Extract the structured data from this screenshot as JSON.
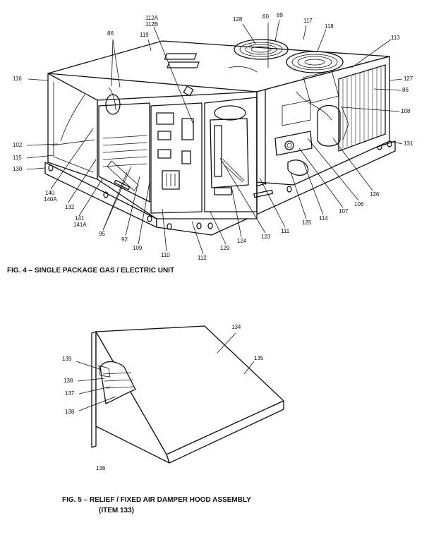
{
  "fig4": {
    "caption": "FIG. 4 – SINGLE PACKAGE GAS / ELECTRIC UNIT",
    "labels": {
      "l86a": "86",
      "l112a": "112A",
      "l112b": "112B",
      "l119": "119",
      "l128": "128",
      "l60": "60",
      "l89": "89",
      "l117": "117",
      "l118": "118",
      "l113": "113",
      "l116": "116",
      "l127": "127",
      "l86b": "86",
      "l108": "108",
      "l102": "102",
      "l115": "115",
      "l130": "130",
      "l131": "131",
      "l140": "140",
      "l140a": "140A",
      "l132": "132",
      "l141": "141",
      "l141a": "141A",
      "l95": "95",
      "l92": "92",
      "l109": "109",
      "l110": "110",
      "l112": "112",
      "l129": "129",
      "l124": "124",
      "l123": "123",
      "l111": "111",
      "l125": "125",
      "l114": "114",
      "l107": "107",
      "l106": "106",
      "l126": "126"
    }
  },
  "fig5": {
    "caption_line1": "FIG. 5 –  RELIEF / FIXED AIR DAMPER HOOD ASSEMBLY",
    "caption_line2": "(ITEM 133)",
    "labels": {
      "l134": "134",
      "l135": "135",
      "l139": "139",
      "l138a": "138",
      "l137": "137",
      "l138b": "138",
      "l136": "136"
    }
  }
}
